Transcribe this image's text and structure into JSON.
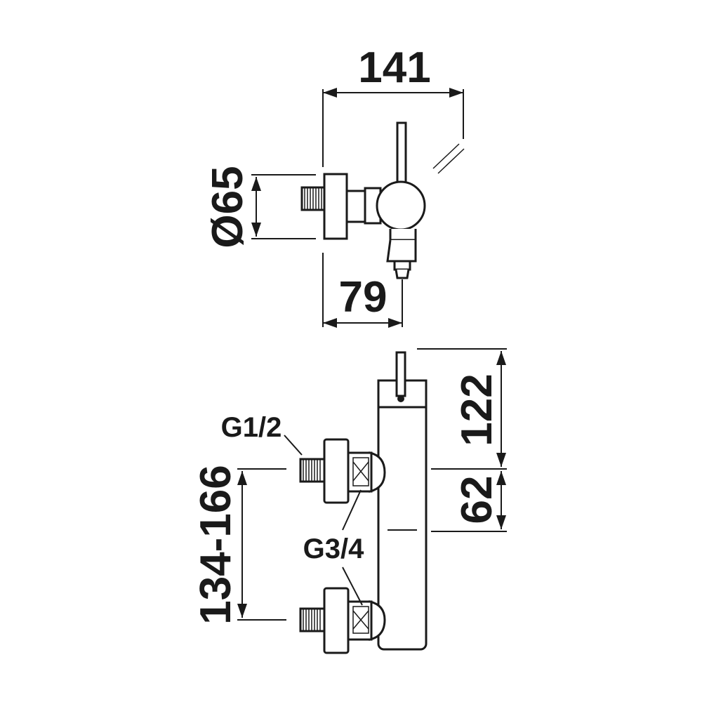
{
  "top_view": {
    "overall_width": "141",
    "diameter": "Ø65",
    "projection": "79"
  },
  "front_view": {
    "height_above_axis": "122",
    "height_below_axis": "62",
    "center_distance": "134-166",
    "thread_inlet": "G1/2",
    "thread_outlet": "G3/4"
  },
  "colors": {
    "line": "#1a1a1a",
    "background": "#ffffff"
  }
}
